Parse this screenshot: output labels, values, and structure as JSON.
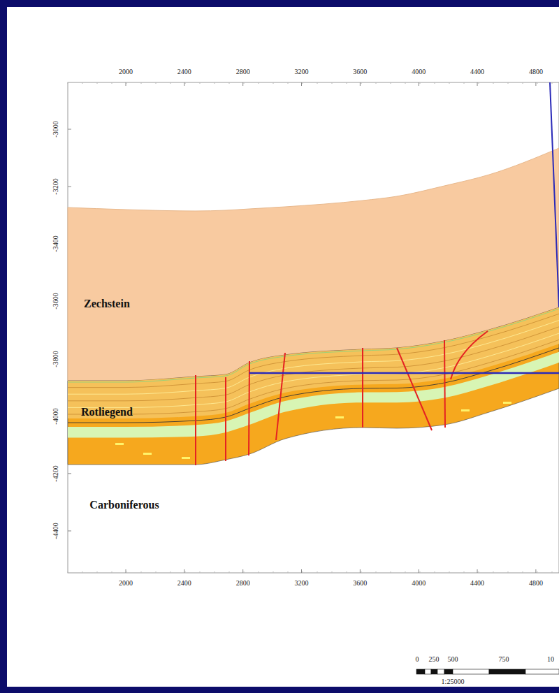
{
  "diagram": {
    "nodes": [
      {
        "text": [
          "Zechstein"
        ]
      },
      {
        "text": [
          "Rotliegend"
        ]
      }
    ],
    "labels": [
      "2000",
      "2400",
      "2800",
      "3200",
      "3600",
      "4000",
      "4400",
      "4800",
      "2000",
      "2400",
      "2800",
      "3200",
      "3600",
      "4000",
      "4400",
      "4800",
      "-3000",
      "-3200",
      "-3400",
      "-3600",
      "-3800",
      "-4000",
      "-4200",
      "-4400",
      "Carboniferous",
      "0",
      "250",
      "500",
      "750",
      "10",
      "1:25000"
    ]
  }
}
